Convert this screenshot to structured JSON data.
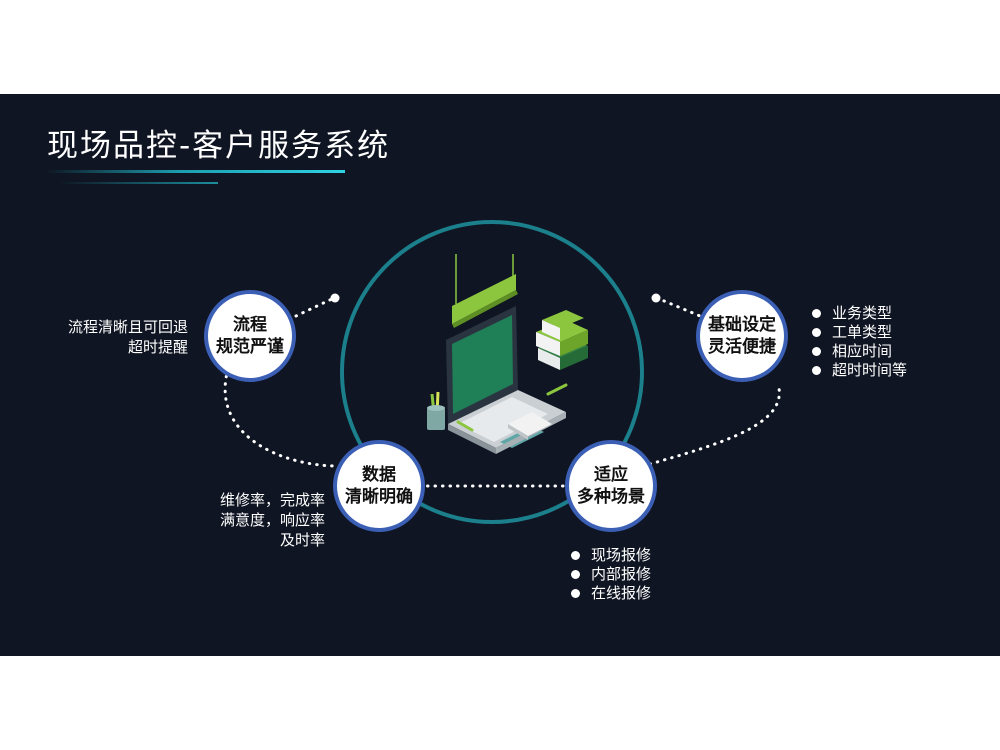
{
  "title": "现场品控-客户服务系统",
  "colors": {
    "background": "#0f1522",
    "ring": "#1b7f8c",
    "node_border": "#3b5fb5",
    "accent_green": "#8cc63f"
  },
  "icons": [
    "laptop-icon",
    "books-icon",
    "hanging-sign-icon",
    "pen-holder-icon",
    "notepad-icon"
  ],
  "nodes": {
    "process": {
      "line1": "流程",
      "line2": "规范严谨",
      "desc": [
        "流程清晰且可回退",
        "超时提醒"
      ]
    },
    "settings": {
      "line1": "基础设定",
      "line2": "灵活便捷",
      "bullets": [
        "业务类型",
        "工单类型",
        "相应时间",
        "超时时间等"
      ]
    },
    "data": {
      "line1": "数据",
      "line2": "清晰明确",
      "desc": [
        "维修率，完成率",
        "满意度，响应率",
        "及时率"
      ]
    },
    "scenes": {
      "line1": "适应",
      "line2": "多种场景",
      "bullets": [
        "现场报修",
        "内部报修",
        "在线报修"
      ]
    }
  }
}
